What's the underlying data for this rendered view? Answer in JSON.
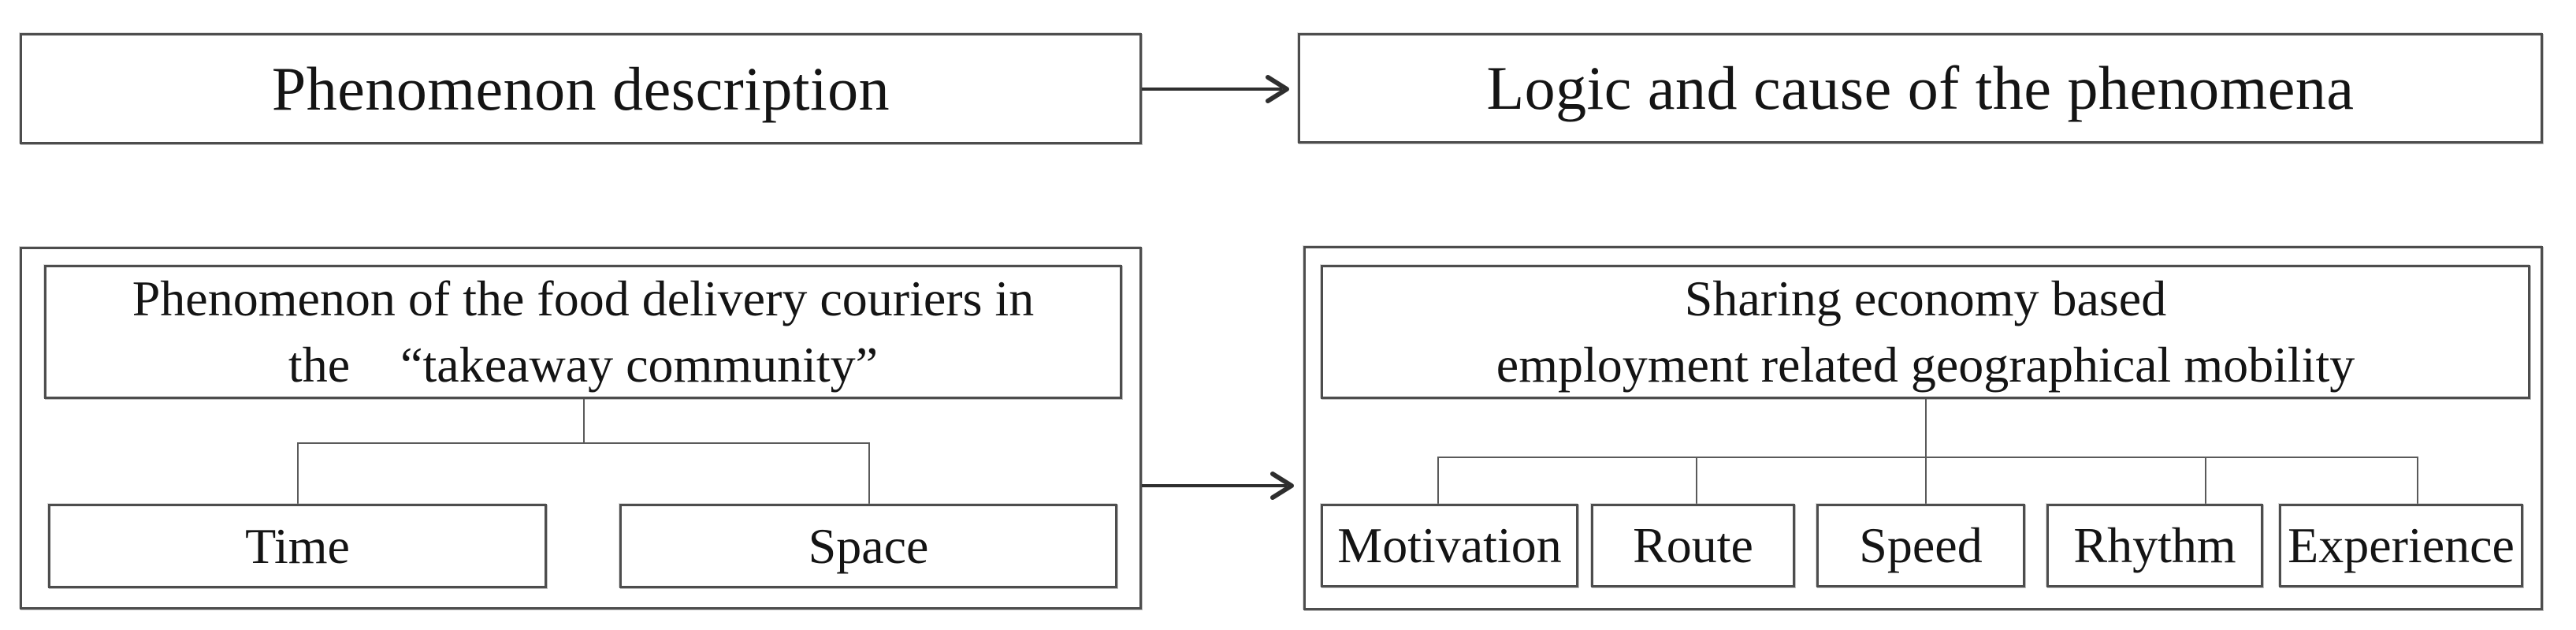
{
  "figure_type": "flowchart",
  "colors": {
    "border": "#4d4d4d",
    "connector": "#5a5a5a",
    "arrow": "#2e2e2e",
    "text": "#141414",
    "background": "#ffffff"
  },
  "flow": {
    "phase1": {
      "label": "Phenomenon description"
    },
    "phase2": {
      "label": "Logic and cause of the phenomena"
    }
  },
  "left_panel": {
    "title_line1": "Phenomenon of the food delivery couriers in",
    "title_line2": "the “takeaway community”",
    "children": [
      {
        "label": "Time"
      },
      {
        "label": "Space"
      }
    ]
  },
  "right_panel": {
    "title_line1": "Sharing economy based",
    "title_line2": "employment related geographical mobility",
    "children": [
      {
        "label": "Motivation"
      },
      {
        "label": "Route"
      },
      {
        "label": "Speed"
      },
      {
        "label": "Rhythm"
      },
      {
        "label": "Experience"
      }
    ]
  }
}
